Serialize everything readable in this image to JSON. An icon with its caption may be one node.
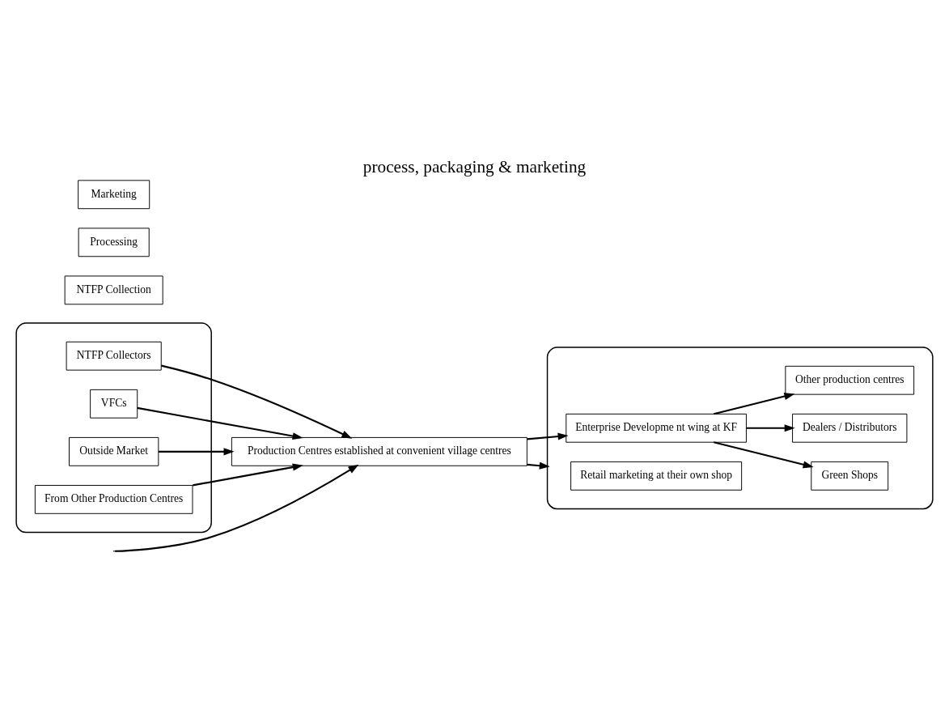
{
  "diagram": {
    "title": "process, packaging & marketing",
    "nodes": [
      {
        "text": [],
        "shape": "ellipse"
      },
      {
        "text": [
          "NTFP Collectors"
        ],
        "in": 0
      },
      {
        "text": [
          "VFCs"
        ],
        "in": 0
      },
      {
        "text": [
          "Outside Market"
        ],
        "in": 0
      },
      {
        "text": [
          "From Other Production Centres"
        ],
        "in": 0
      },
      {
        "text": [
          "Production Centres established at convenient village centres"
        ]
      },
      {
        "text": [],
        "shape": "ellipse"
      },
      {
        "text": [
          "Enterprise Developme nt wing at KF"
        ],
        "in": 6
      },
      {
        "text": [
          "Retail marketing at their own shop"
        ],
        "in": 6
      },
      {
        "text": [
          "Green Shops"
        ],
        "in": 6
      },
      {
        "text": [
          "Dealers / Distributors"
        ],
        "in": 6
      },
      {
        "text": [
          "Other production centres"
        ],
        "in": 6
      },
      {
        "text": [
          "NTFP Collection"
        ]
      },
      {
        "text": [
          "Processing"
        ]
      },
      {
        "text": [
          "Marketing"
        ]
      }
    ],
    "edges": [
      {
        "from": 1,
        "to": 5,
        "arrow": "to"
      },
      {
        "from": 2,
        "to": 5,
        "arrow": "to"
      },
      {
        "from": 3,
        "to": 5,
        "arrow": "to"
      },
      {
        "from": 4,
        "to": 5,
        "arrow": "to"
      },
      {
        "from": null,
        "to": 5,
        "arrow": "to"
      },
      {
        "from": 5,
        "to": 7,
        "arrow": "to"
      },
      {
        "from": 5,
        "to": 6,
        "arrow": "to"
      },
      {
        "from": 7,
        "to": 9,
        "arrow": "to"
      },
      {
        "from": 7,
        "to": 10,
        "arrow": "to"
      },
      {
        "from": 7,
        "to": 11,
        "arrow": "to"
      }
    ]
  }
}
